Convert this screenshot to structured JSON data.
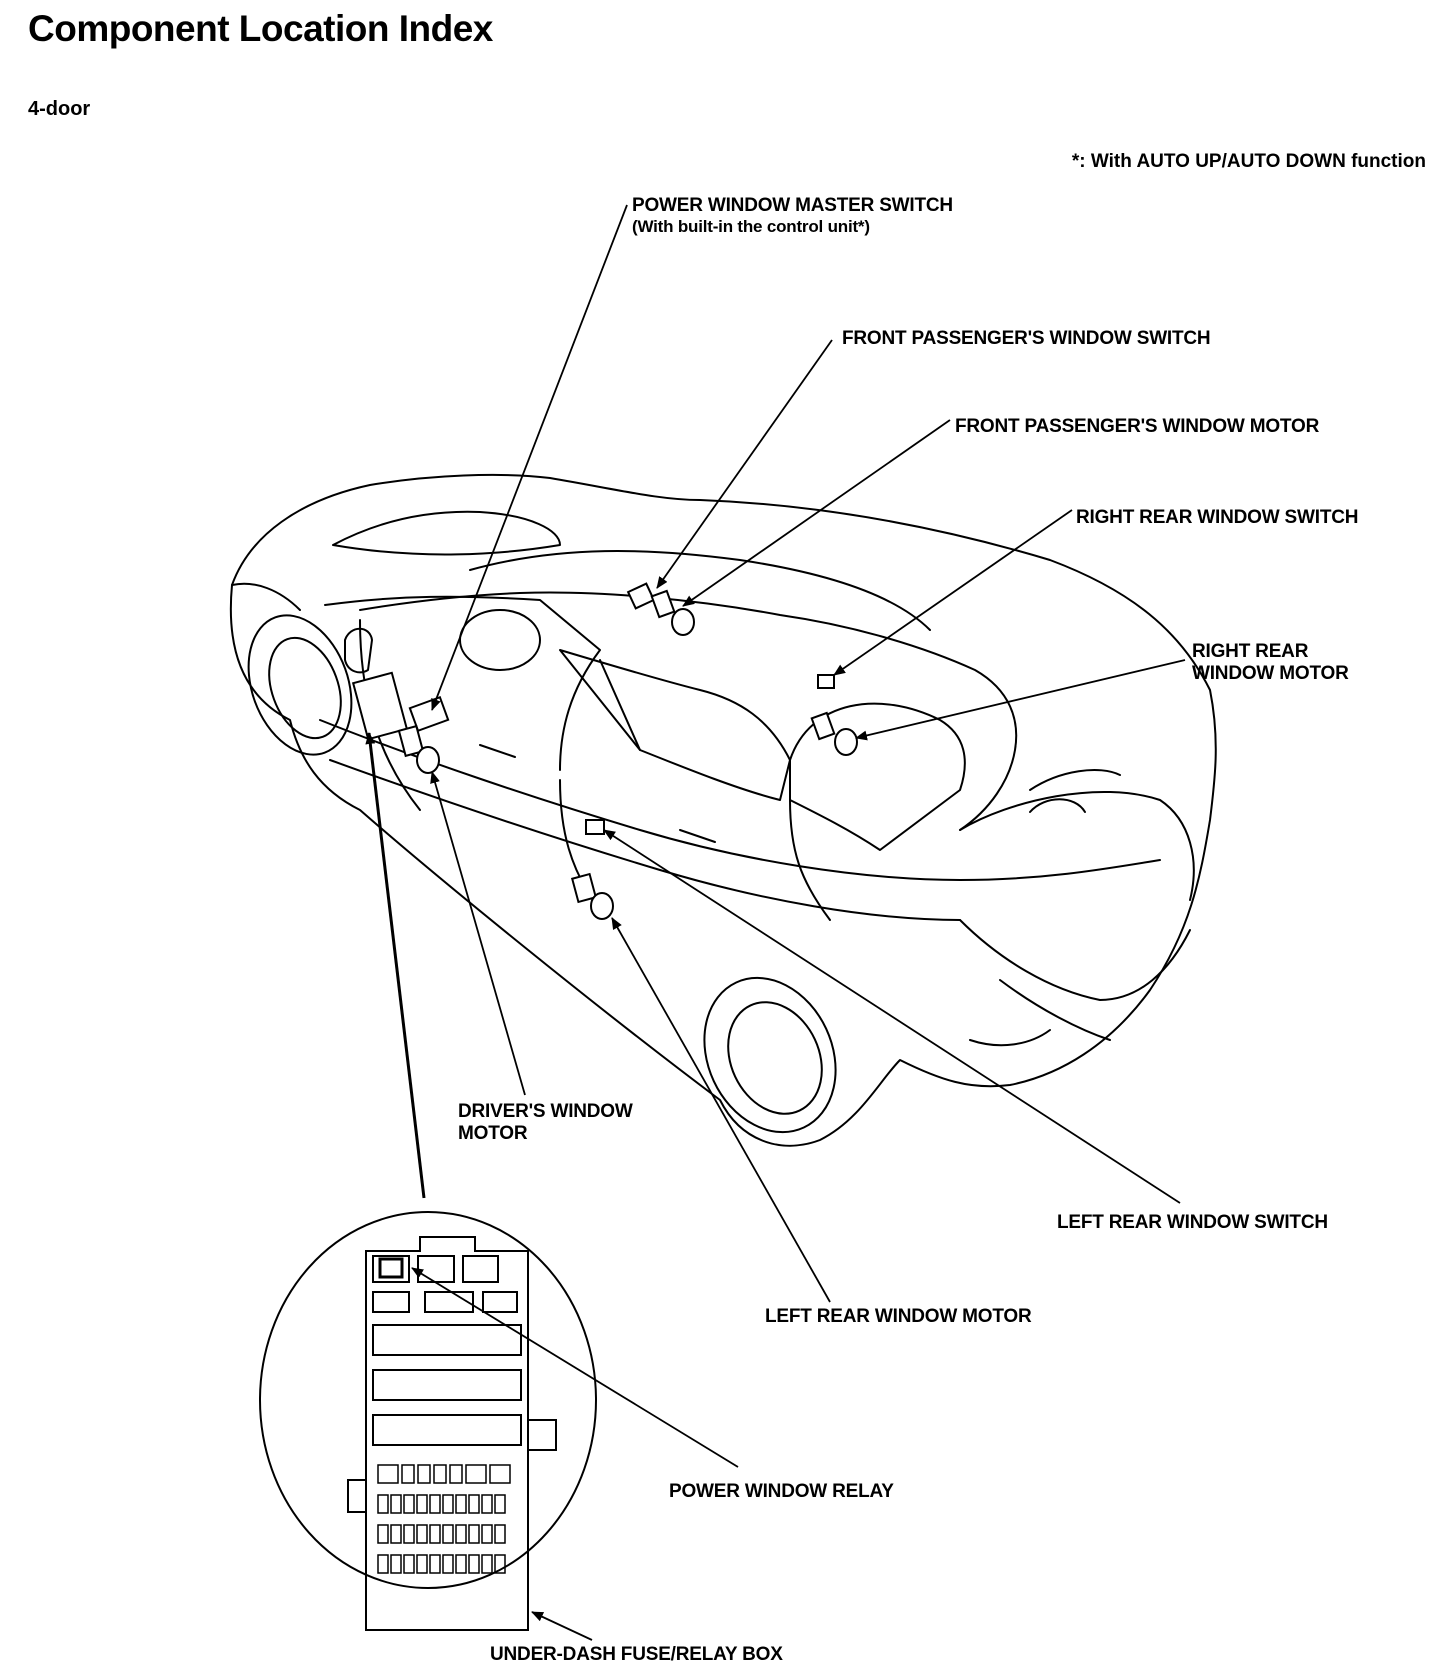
{
  "header": {
    "title": "Component Location Index",
    "subtitle": "4-door",
    "footnote": "*: With AUTO UP/AUTO DOWN function"
  },
  "labels": {
    "power_window_master_switch": "POWER WINDOW MASTER SWITCH",
    "power_window_master_switch_note": "(With built-in the control unit*)",
    "front_passenger_window_switch": "FRONT PASSENGER'S WINDOW SWITCH",
    "front_passenger_window_motor": "FRONT PASSENGER'S WINDOW MOTOR",
    "right_rear_window_switch": "RIGHT REAR WINDOW SWITCH",
    "right_rear_window_motor_1": "RIGHT REAR",
    "right_rear_window_motor_2": "WINDOW MOTOR",
    "drivers_window_motor_1": "DRIVER'S WINDOW",
    "drivers_window_motor_2": "MOTOR",
    "left_rear_window_switch": "LEFT REAR WINDOW SWITCH",
    "left_rear_window_motor": "LEFT REAR WINDOW MOTOR",
    "power_window_relay": "POWER WINDOW RELAY",
    "under_dash_fuse_relay_box": "UNDER-DASH FUSE/RELAY BOX"
  }
}
